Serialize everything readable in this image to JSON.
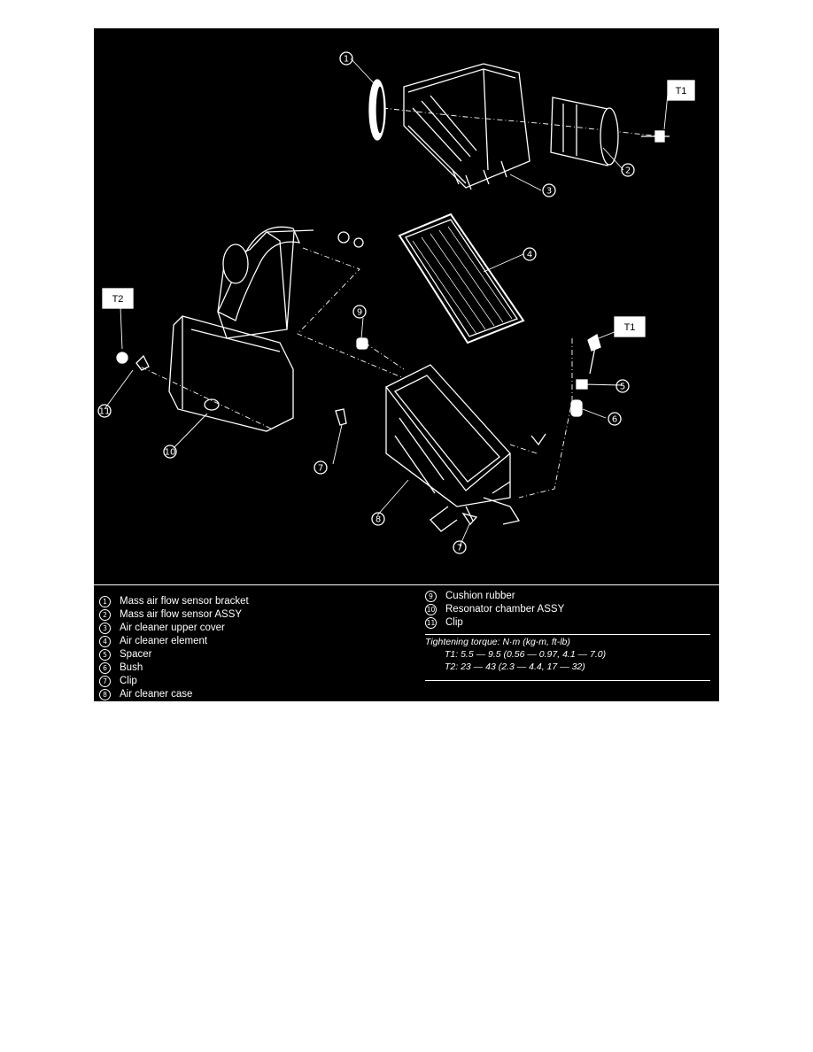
{
  "callouts": {
    "c1": "1",
    "c2": "2",
    "c3": "3",
    "c4": "4",
    "c5": "5",
    "c6": "6",
    "c7a": "7",
    "c7b": "7",
    "c8": "8",
    "c9": "9",
    "c10": "10",
    "c11": "11"
  },
  "torque_tags": {
    "t1_top": "T1",
    "t1_right": "T1",
    "t2_left": "T2"
  },
  "legend_left": [
    {
      "num": "1",
      "label": "Mass air flow sensor bracket"
    },
    {
      "num": "2",
      "label": "Mass air flow sensor ASSY"
    },
    {
      "num": "3",
      "label": "Air cleaner upper cover"
    },
    {
      "num": "4",
      "label": "Air cleaner element"
    },
    {
      "num": "5",
      "label": "Spacer"
    },
    {
      "num": "6",
      "label": "Bush"
    },
    {
      "num": "7",
      "label": "Clip"
    },
    {
      "num": "8",
      "label": "Air cleaner case"
    }
  ],
  "legend_right": [
    {
      "num": "9",
      "label": "Cushion rubber"
    },
    {
      "num": "10",
      "label": "Resonator chamber ASSY"
    },
    {
      "num": "11",
      "label": "Clip"
    }
  ],
  "torque": {
    "heading": "Tightening torque: N·m (kg-m, ft-lb)",
    "t1": "T1: 5.5 — 9.5 (0.56 — 0.97, 4.1 — 7.0)",
    "t2": "T2: 23 — 43 (2.3 — 4.4, 17 — 32)"
  },
  "colors": {
    "background": "#000000",
    "ink": "#ffffff",
    "page": "#ffffff"
  }
}
